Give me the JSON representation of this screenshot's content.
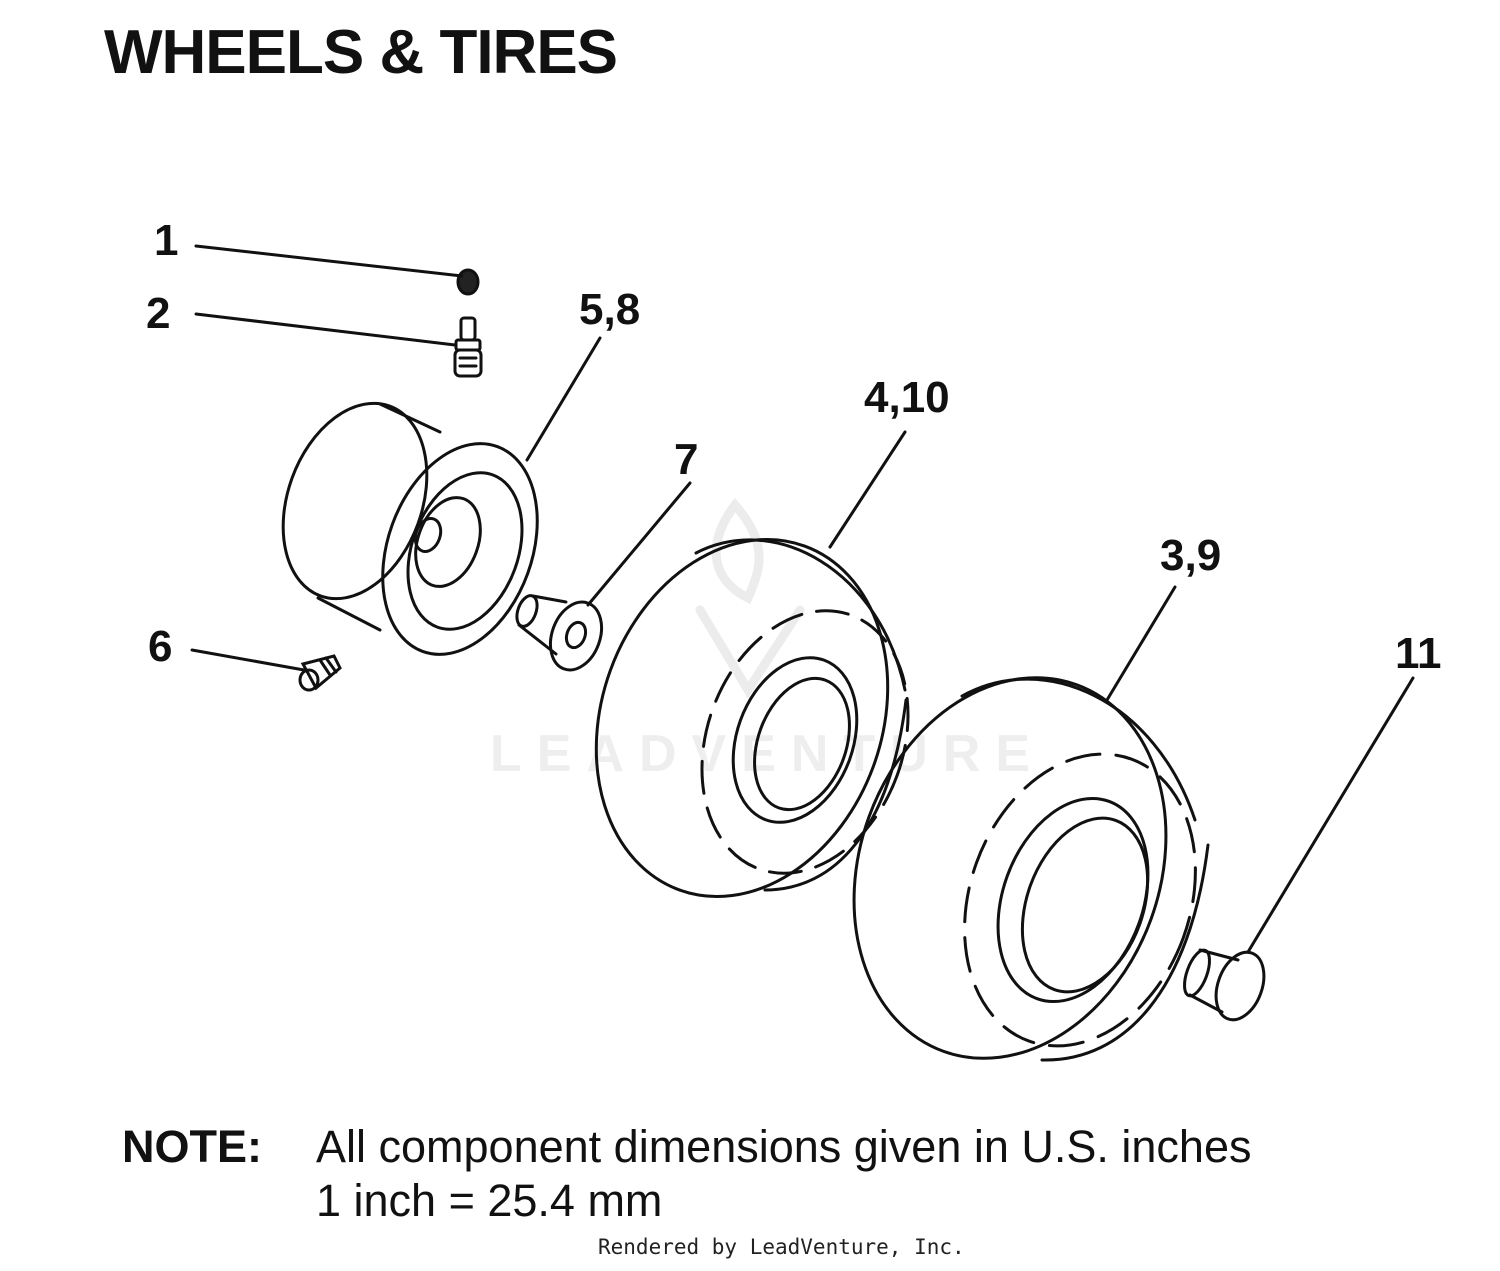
{
  "title": "WHEELS & TIRES",
  "callouts": [
    "1",
    "2",
    "5,8",
    "4,10",
    "7",
    "3,9",
    "11",
    "6"
  ],
  "watermark": "LEADVENTURE",
  "note": {
    "label": "NOTE:",
    "line1": "All component dimensions given in U.S. inches",
    "line2": "1 inch = 25.4 mm"
  },
  "credit": "Rendered by LeadVenture, Inc.",
  "colors": {
    "ink": "#111111",
    "watermark": "#eeeeee"
  }
}
